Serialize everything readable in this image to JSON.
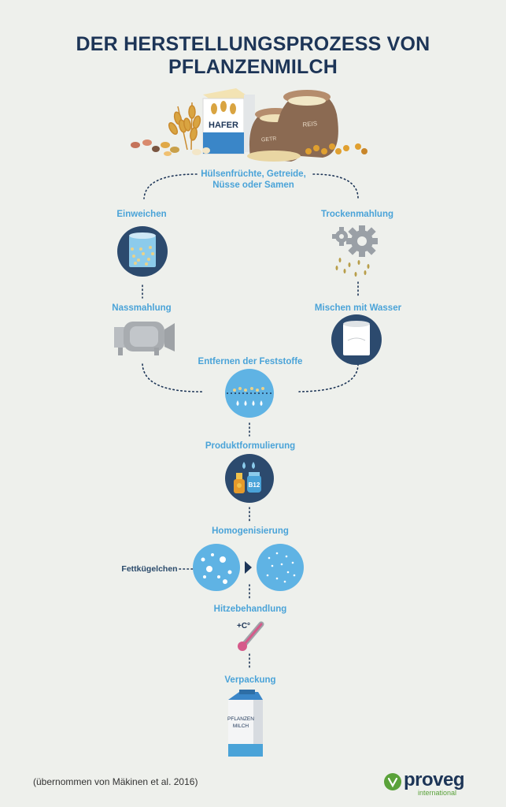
{
  "title": "DER HERSTELLUNGSPROZESS VON PFLANZENMILCH",
  "steps": {
    "source": "Hülsenfrüchte, Getreide,\nNüsse oder Samen",
    "soaking": "Einweichen",
    "dry_milling": "Trockenmahlung",
    "wet_milling": "Nassmahlung",
    "mixing": "Mischen mit Wasser",
    "solids_removal": "Entfernen der Feststoffe",
    "formulation": "Produktformulierung",
    "homogenization": "Homogenisierung",
    "heat": "Hitzebehandlung",
    "packaging": "Verpackung"
  },
  "annotations": {
    "fat_globules": "Fettkügelchen",
    "heat_symbol": "+C°",
    "b12": "B12"
  },
  "packaging_text": {
    "hafer": "HAFER",
    "getreide": "GETREIDE",
    "reis": "REIS",
    "carton": "PFLANZEN\nMILCH"
  },
  "footer": {
    "source_note": "(übernommen von Mäkinen et al. 2016)",
    "logo_name": "proveg",
    "logo_sub": "international"
  },
  "colors": {
    "navy": "#1d3557",
    "accent_blue": "#4aa3d8",
    "light_blue": "#5fb3e4",
    "dark_circle": "#2c4a6e",
    "background": "#eef0ec",
    "grey_machine": "#a8acb0",
    "green": "#5aa23a"
  }
}
